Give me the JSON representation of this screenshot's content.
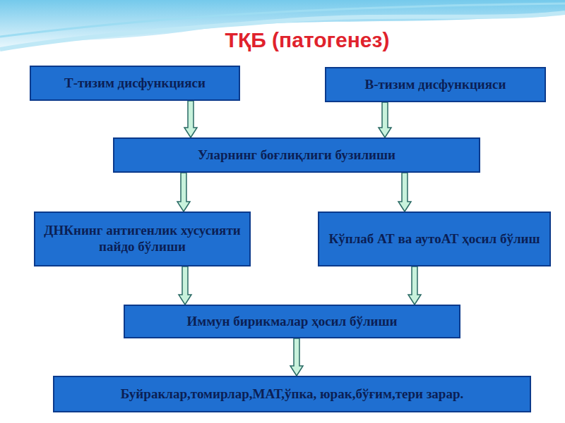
{
  "diagram": {
    "title": "ТҚБ (патогенез)",
    "nodes": [
      {
        "text": [
          "Т-тизим дисфункцияси"
        ]
      },
      {
        "text": [
          "В-тизим дисфункцияси"
        ]
      },
      {
        "text": [
          "Уларнинг боғлиқлиги бузилиши"
        ]
      },
      {
        "text": [
          "ДНКнинг антигенлик хусусияти пайдо бўлиши"
        ]
      },
      {
        "text": [
          "Кўплаб АТ ва аутоАТ ҳосил бўлиш"
        ]
      },
      {
        "text": [
          "Иммун бирикмалар ҳосил бўлиши"
        ]
      },
      {
        "text": [
          "Буйраклар,томирлар,МАТ,ўпка, юрак,бўғим,тери зарар."
        ]
      }
    ],
    "edges": [
      {
        "from": 0,
        "to": 2,
        "arrow": "to"
      },
      {
        "from": 1,
        "to": 2,
        "arrow": "to"
      },
      {
        "from": 2,
        "to": 3,
        "arrow": "to"
      },
      {
        "from": 2,
        "to": 4,
        "arrow": "to"
      },
      {
        "from": 3,
        "to": 5,
        "arrow": "to"
      },
      {
        "from": 4,
        "to": 5,
        "arrow": "to"
      },
      {
        "from": 5,
        "to": 6,
        "arrow": "to"
      }
    ]
  }
}
